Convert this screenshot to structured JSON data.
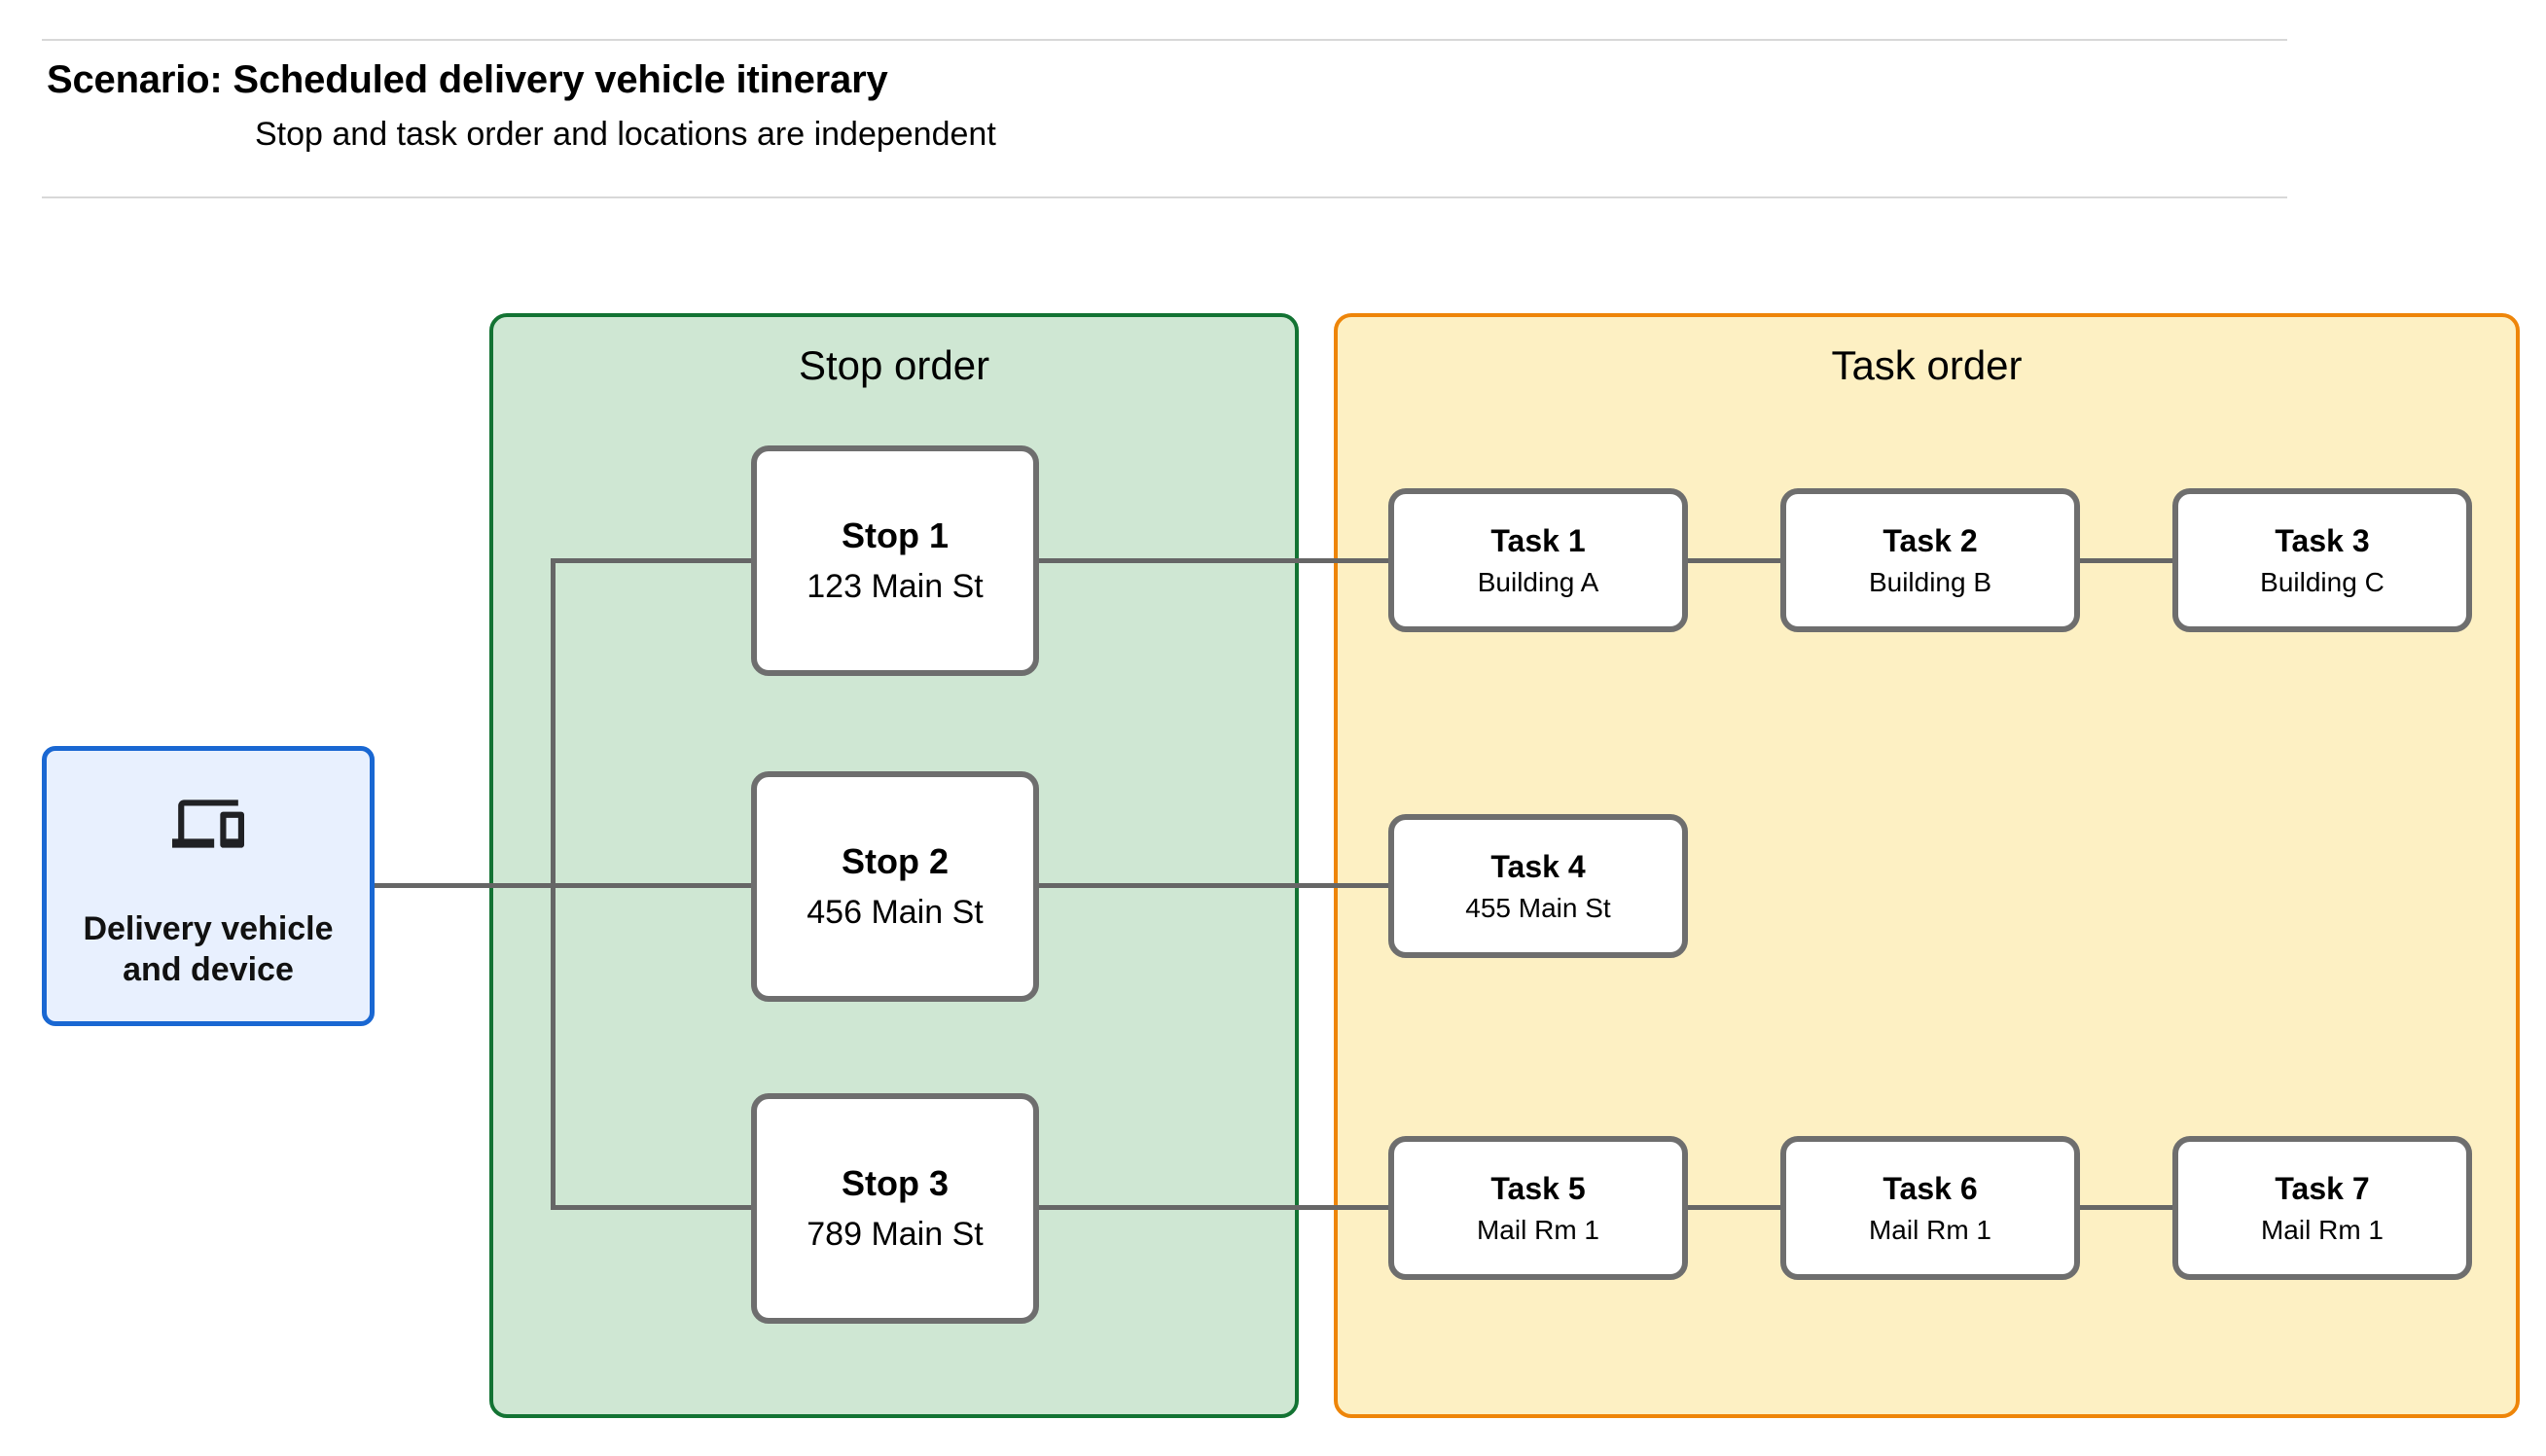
{
  "header": {
    "title": "Scenario: Scheduled delivery vehicle itinerary",
    "subtitle": "Stop and task order and locations are independent"
  },
  "device_box": {
    "line1": "Delivery vehicle",
    "line2": "and device",
    "icon": "devices-icon"
  },
  "panels": {
    "stop_order": {
      "label": "Stop order",
      "fill": "#cfe7d3",
      "border": "#137333"
    },
    "task_order": {
      "label": "Task order",
      "fill": "#fdf0c3",
      "border": "#ee8509"
    }
  },
  "stops": [
    {
      "title": "Stop 1",
      "subtitle": "123 Main St"
    },
    {
      "title": "Stop 2",
      "subtitle": "456 Main St"
    },
    {
      "title": "Stop 3",
      "subtitle": "789 Main St"
    }
  ],
  "tasks": [
    {
      "title": "Task 1",
      "subtitle": "Building A"
    },
    {
      "title": "Task 2",
      "subtitle": "Building B"
    },
    {
      "title": "Task 3",
      "subtitle": "Building C"
    },
    {
      "title": "Task 4",
      "subtitle": "455 Main St"
    },
    {
      "title": "Task 5",
      "subtitle": "Mail Rm 1"
    },
    {
      "title": "Task 6",
      "subtitle": "Mail Rm 1"
    },
    {
      "title": "Task 7",
      "subtitle": "Mail Rm 1"
    }
  ],
  "colors": {
    "device_border": "#1967d2",
    "device_fill": "#e8f0fe",
    "connector": "#666666",
    "node_border": "#6e6e6e",
    "divider": "#d8d8d8"
  }
}
